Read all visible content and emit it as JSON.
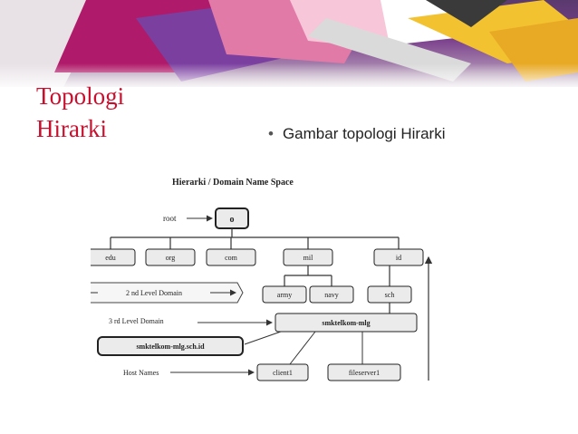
{
  "slide": {
    "title_line1": "Topologi",
    "title_line2": "Hirarki",
    "bullet": "Gambar topologi Hirarki"
  },
  "diagram": {
    "heading": "Hierarki / Domain Name Space",
    "root_label": "root",
    "root_node": "o",
    "tld": [
      "edu",
      "org",
      "com",
      "mil",
      "id"
    ],
    "second_level_caption": "2 nd Level Domain",
    "mil_children": [
      "army",
      "navy"
    ],
    "id_child": "sch",
    "third_level_caption": "3 rd Level Domain",
    "third_level_node": "smktelkom-mlg",
    "fqdn": "smktelkom-mlg.sch.id",
    "host_names_caption": "Host Names",
    "hosts": [
      "client1",
      "fileserver1"
    ]
  },
  "colors": {
    "title": "#c8102e",
    "node_fill": "#ebebeb",
    "line": "#333333"
  }
}
